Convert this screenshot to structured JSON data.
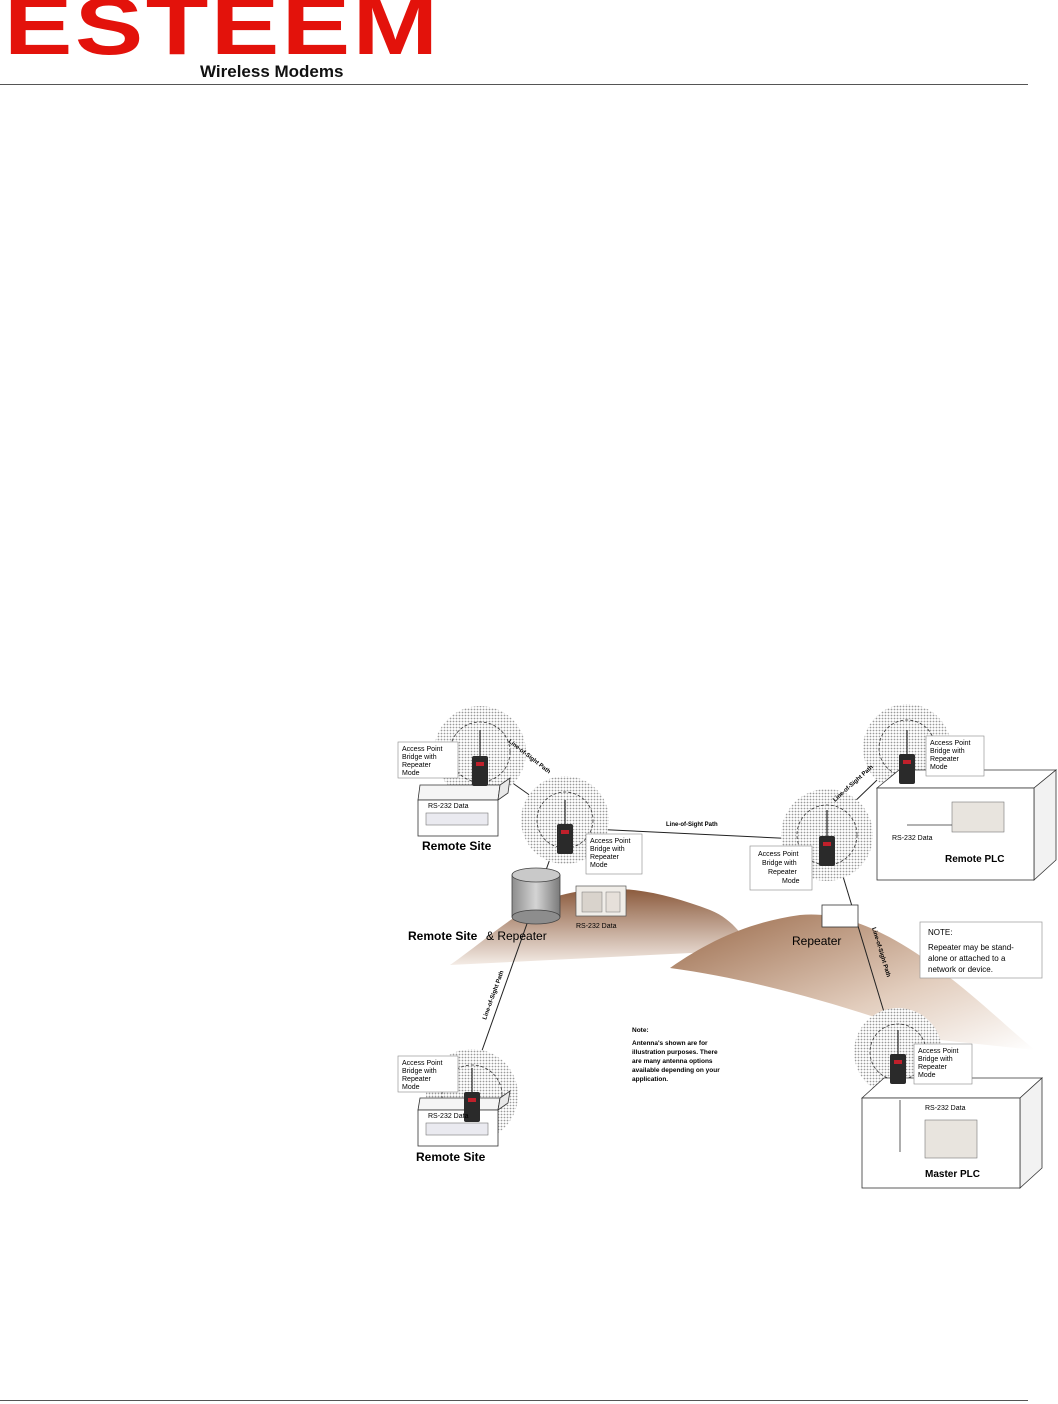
{
  "header": {
    "logo_text": "ESTEEM",
    "logo_subtitle": "Wireless Modems",
    "brand_color": "#e3120b"
  },
  "diagram": {
    "radio_label_line1": "Access Point",
    "radio_label_line2": "Bridge with",
    "radio_label_line3": "Repeater",
    "radio_label_line4": "Mode",
    "rs232_short": "RS-232 Data",
    "rs232_alt": "RS-232 Data",
    "site_remote": "Remote Site",
    "site_remote_repeater_a": "Remote Site",
    "site_remote_repeater_b": "& Repeater",
    "site_repeater": "Repeater",
    "remote_plc": "Remote PLC",
    "master_plc": "Master PLC",
    "link_label": "Line-of-Sight Path",
    "note_title": "NOTE:",
    "note_body_1": "Repeater may be stand-",
    "note_body_2": "alone or attached to a",
    "note_body_3": "network or device.",
    "note2_title": "Note:",
    "note2_body_1": "Antenna's shown are for",
    "note2_body_2": "illustration purposes.  There",
    "note2_body_3": "are many antenna options",
    "note2_body_4": "available depending on your",
    "note2_body_5": "application.",
    "colors": {
      "hill_top": "#8b5a3c",
      "hill_bottom": "#f4ece6",
      "coverage": "#bdbdbd",
      "radio_body": "#2a2a2a",
      "radio_accent": "#c0202b"
    }
  }
}
